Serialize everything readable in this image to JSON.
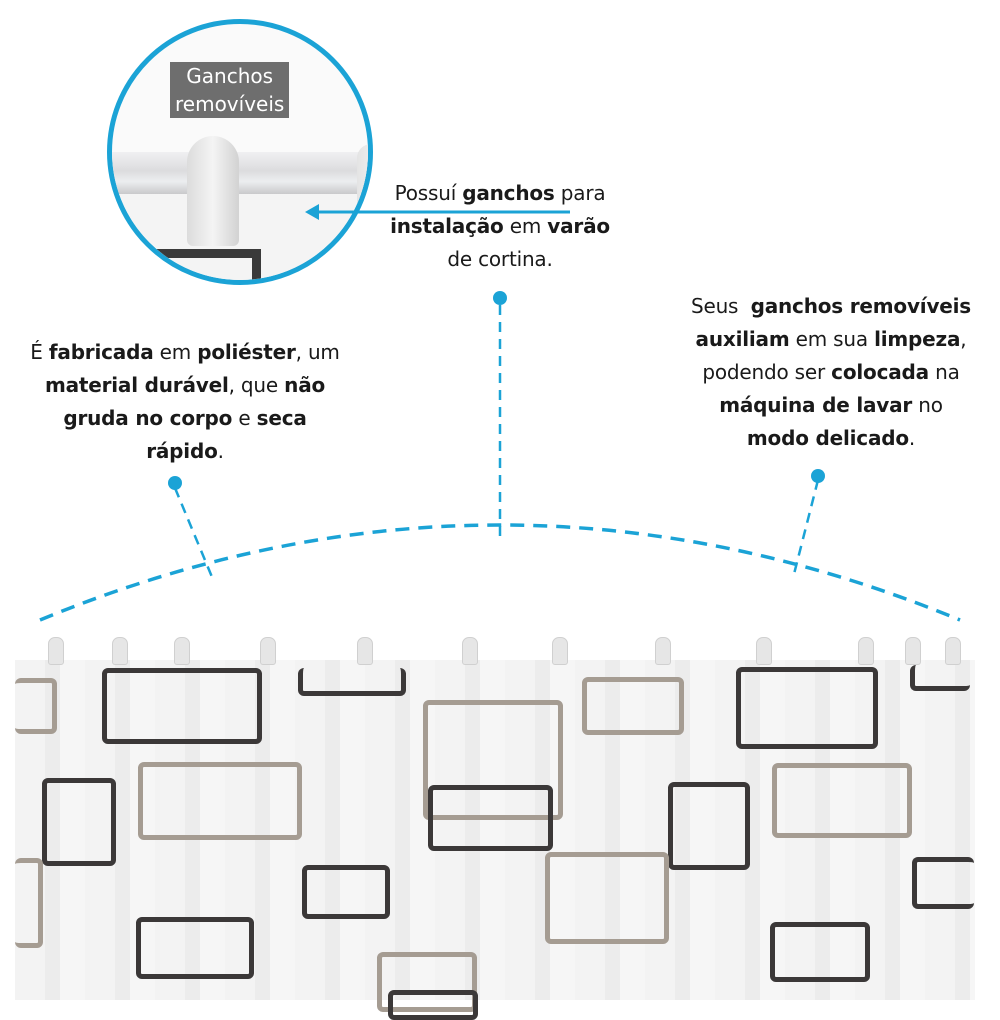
{
  "inset": {
    "label_line1": "Ganchos",
    "label_line2": "removíveis"
  },
  "callouts": {
    "top": {
      "line1_regular_a": "Possuí ",
      "line1_bold": "ganchos",
      "line1_regular_b": " para",
      "line2_bold_a": "instalação",
      "line2_regular": " em ",
      "line2_bold_b": "varão",
      "line3": "de cortina."
    },
    "left": {
      "l1_a": "É ",
      "l1_b": "fabricada",
      "l1_c": " em ",
      "l1_d": "poliéster",
      "l1_e": ", um",
      "l2_a": "material durável",
      "l2_b": ", que ",
      "l2_c": "não",
      "l3_a": "gruda no corpo",
      "l3_b": " e ",
      "l3_c": "seca",
      "l4_a": "rápido",
      "l4_b": "."
    },
    "right": {
      "l1_a": "Seus  ",
      "l1_b": "ganchos removíveis",
      "l2_a": "auxiliam",
      "l2_b": " em sua ",
      "l2_c": "limpeza",
      "l2_d": ",",
      "l3_a": "podendo ser ",
      "l3_b": "colocada",
      "l3_c": " na",
      "l4_a": "máquina de lavar",
      "l4_b": " no",
      "l5_a": "modo delicado",
      "l5_b": "."
    }
  },
  "colors": {
    "accent": "#1ba3d6",
    "pattern_dark": "#3b3838",
    "pattern_light": "#a59c92",
    "label_bg": "#6e6e6e"
  }
}
